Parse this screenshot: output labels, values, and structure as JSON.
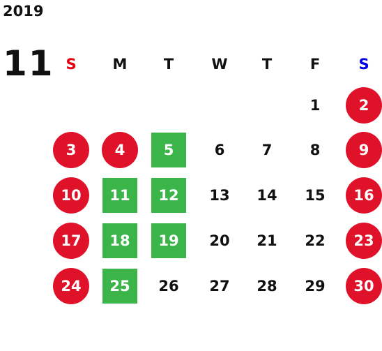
{
  "year": "2019",
  "month": "11",
  "weekdays": [
    "S",
    "M",
    "T",
    "W",
    "T",
    "F",
    "S"
  ],
  "colors": {
    "holiday": "#e0122a",
    "highlight": "#3bb54a",
    "sunday_header": "#e60012",
    "saturday_header": "#0000e6"
  },
  "weeks": [
    [
      null,
      null,
      null,
      null,
      null,
      "1",
      "2"
    ],
    [
      "3",
      "4",
      "5",
      "6",
      "7",
      "8",
      "9"
    ],
    [
      "10",
      "11",
      "12",
      "13",
      "14",
      "15",
      "16"
    ],
    [
      "17",
      "18",
      "19",
      "20",
      "21",
      "22",
      "23"
    ],
    [
      "24",
      "25",
      "26",
      "27",
      "28",
      "29",
      "30"
    ]
  ],
  "holidays": [
    "2",
    "3",
    "4",
    "9",
    "10",
    "16",
    "17",
    "23",
    "24",
    "30"
  ],
  "highlighted": [
    "5",
    "11",
    "12",
    "18",
    "19",
    "25"
  ]
}
